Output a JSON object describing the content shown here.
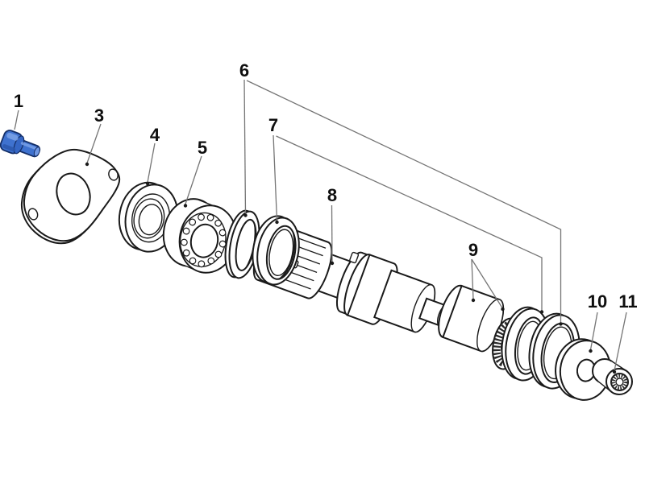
{
  "diagram": {
    "type": "exploded-parts-diagram",
    "background_color": "#ffffff",
    "outline_color": "#1a1a1a",
    "leader_line_color": "#757575",
    "highlight_color": "#3f72cf",
    "callouts": [
      {
        "number": "1",
        "part": "bolt",
        "highlighted": true
      },
      {
        "number": "3",
        "part": "gasket-plate",
        "highlighted": false
      },
      {
        "number": "4",
        "part": "bearing-race",
        "highlighted": false
      },
      {
        "number": "5",
        "part": "ball-bearing",
        "highlighted": false
      },
      {
        "number": "6",
        "part": "ring",
        "highlighted": false
      },
      {
        "number": "7",
        "part": "ring",
        "highlighted": false
      },
      {
        "number": "8",
        "part": "splined-shaft",
        "highlighted": false
      },
      {
        "number": "9",
        "part": "coupling-sleeve",
        "highlighted": false
      },
      {
        "number": "10",
        "part": "washer",
        "highlighted": false
      },
      {
        "number": "11",
        "part": "splined-bushing",
        "highlighted": false
      }
    ]
  }
}
